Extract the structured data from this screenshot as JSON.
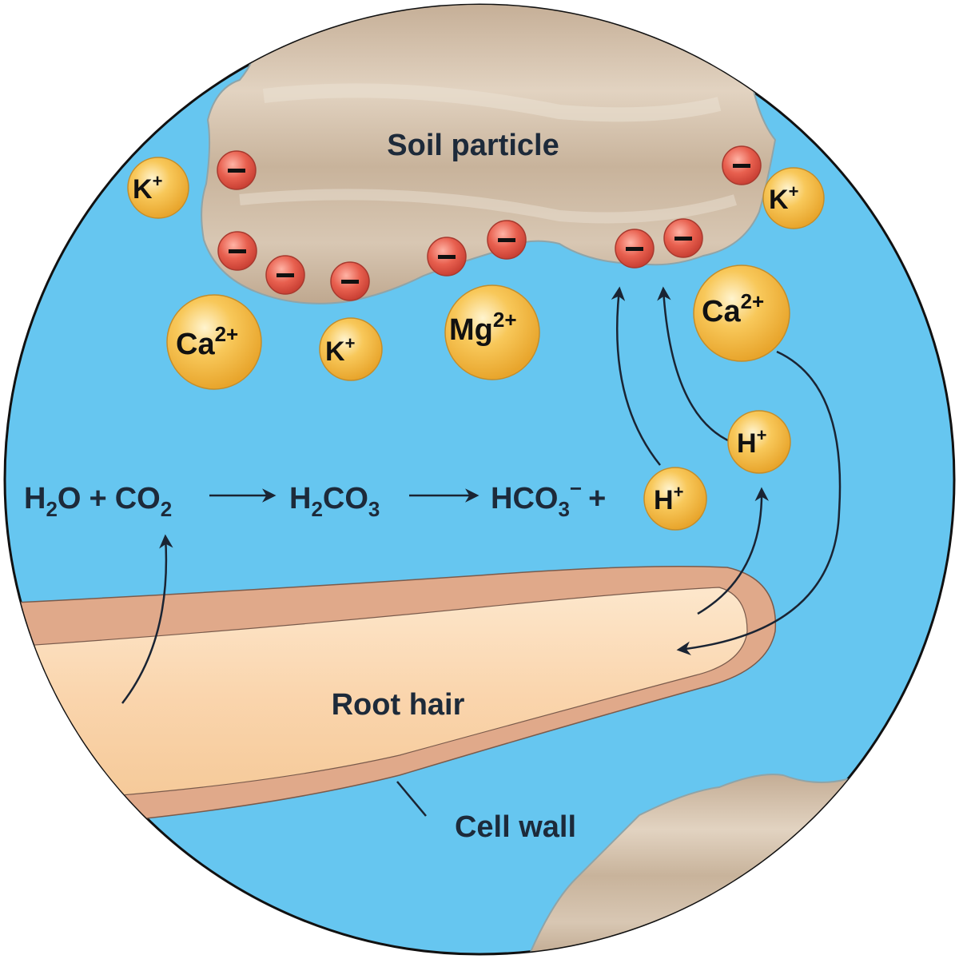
{
  "labels": {
    "soil_particle": "Soil particle",
    "root_hair": "Root hair",
    "cell_wall": "Cell wall"
  },
  "equation": {
    "h2o_main": "H",
    "h2o_sub": "2",
    "h2o_tail": "O",
    "plus1": "+",
    "co2_main": "CO",
    "co2_sub": "2",
    "h2co3_h": "H",
    "h2co3_sub1": "2",
    "h2co3_co": "CO",
    "h2co3_sub2": "3",
    "hco3_main": "HCO",
    "hco3_sub": "3",
    "hco3_sup": "−",
    "plus2": "+"
  },
  "ions": {
    "k_top_left": {
      "symbol": "K",
      "charge": "+"
    },
    "k_top_right": {
      "symbol": "K",
      "charge": "+"
    },
    "ca_left": {
      "symbol": "Ca",
      "charge": "2+"
    },
    "k_mid": {
      "symbol": "K",
      "charge": "+"
    },
    "mg_mid": {
      "symbol": "Mg",
      "charge": "2+"
    },
    "ca_right": {
      "symbol": "Ca",
      "charge": "2+"
    },
    "h_right": {
      "symbol": "H",
      "charge": "+"
    },
    "h_equation": {
      "symbol": "H",
      "charge": "+"
    }
  },
  "negative_charge_symbol": "−",
  "colors": {
    "water": "#66c6f0",
    "soil": "#c9b49c",
    "root_inner": "#fbd9b2",
    "root_wall": "#e0a98a",
    "ion": "#f5bf42",
    "negative": "#e5574a",
    "text": "#1d2a3a"
  }
}
